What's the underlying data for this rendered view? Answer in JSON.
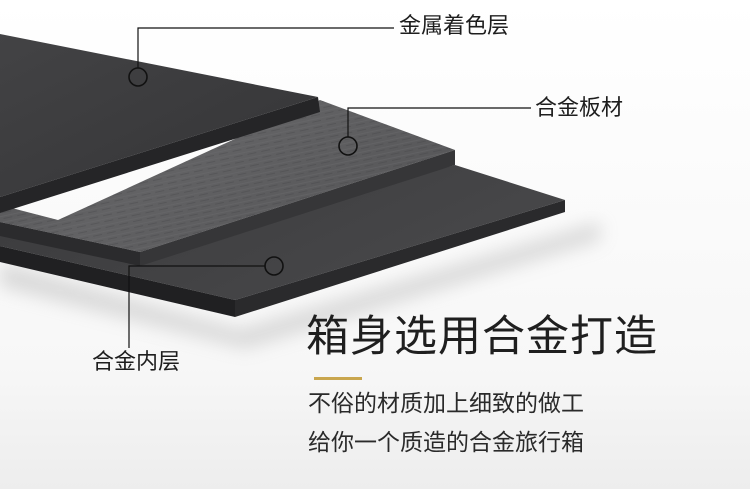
{
  "labels": {
    "color_layer": "金属着色层",
    "alloy_sheet": "合金板材",
    "inner_layer": "合金内层"
  },
  "headline": "箱身选用合金打造",
  "description": [
    "不俗的材质加上细致的做工",
    "给你一个质造的合金旅行箱"
  ],
  "colors": {
    "accent_rule": "#c9a64e",
    "top_plate": "#3c3c3e",
    "middle_plate": "#58585a",
    "bottom_plate": "#404042",
    "text": "#1e1e1e"
  }
}
